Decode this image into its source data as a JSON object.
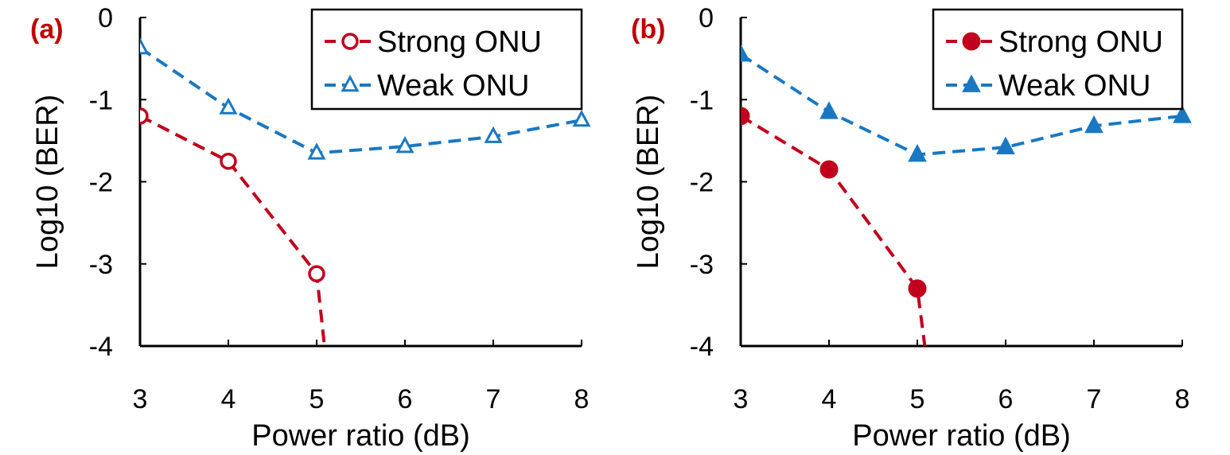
{
  "colors": {
    "strong": "#c0001c",
    "weak": "#1a78c2",
    "panel_label": "#c00000",
    "axis": "#000000"
  },
  "chart_data": [
    {
      "type": "line",
      "panel_label": "(a)",
      "xlabel": "Power ratio (dB)",
      "ylabel": "Log10 (BER)",
      "xlim": [
        3,
        8
      ],
      "ylim": [
        -4,
        0
      ],
      "xticks": [
        "3",
        "4",
        "5",
        "6",
        "7",
        "8"
      ],
      "yticks": [
        "0",
        "-1",
        "-2",
        "-3",
        "-4"
      ],
      "legend_position": "top-right",
      "series": [
        {
          "name": "Strong ONU",
          "marker": "circle-open",
          "color": "#c0001c",
          "x": [
            3,
            4,
            5
          ],
          "y": [
            -1.2,
            -1.75,
            -3.12
          ],
          "continues_below_axis": true
        },
        {
          "name": "Weak ONU",
          "marker": "triangle-open",
          "color": "#1a78c2",
          "x": [
            3,
            4,
            5,
            6,
            7,
            8
          ],
          "y": [
            -0.37,
            -1.1,
            -1.65,
            -1.57,
            -1.45,
            -1.25
          ]
        }
      ]
    },
    {
      "type": "line",
      "panel_label": "(b)",
      "xlabel": "Power ratio (dB)",
      "ylabel": "Log10 (BER)",
      "xlim": [
        3,
        8
      ],
      "ylim": [
        -4,
        0
      ],
      "xticks": [
        "3",
        "4",
        "5",
        "6",
        "7",
        "8"
      ],
      "yticks": [
        "0",
        "-1",
        "-2",
        "-3",
        "-4"
      ],
      "legend_position": "top-right",
      "series": [
        {
          "name": "Strong ONU",
          "marker": "circle-filled",
          "color": "#c0001c",
          "x": [
            3,
            4,
            5
          ],
          "y": [
            -1.2,
            -1.85,
            -3.3
          ],
          "continues_below_axis": true
        },
        {
          "name": "Weak ONU",
          "marker": "triangle-filled",
          "color": "#1a78c2",
          "x": [
            3,
            4,
            5,
            6,
            7,
            8
          ],
          "y": [
            -0.45,
            -1.15,
            -1.67,
            -1.58,
            -1.32,
            -1.2
          ]
        }
      ]
    }
  ]
}
